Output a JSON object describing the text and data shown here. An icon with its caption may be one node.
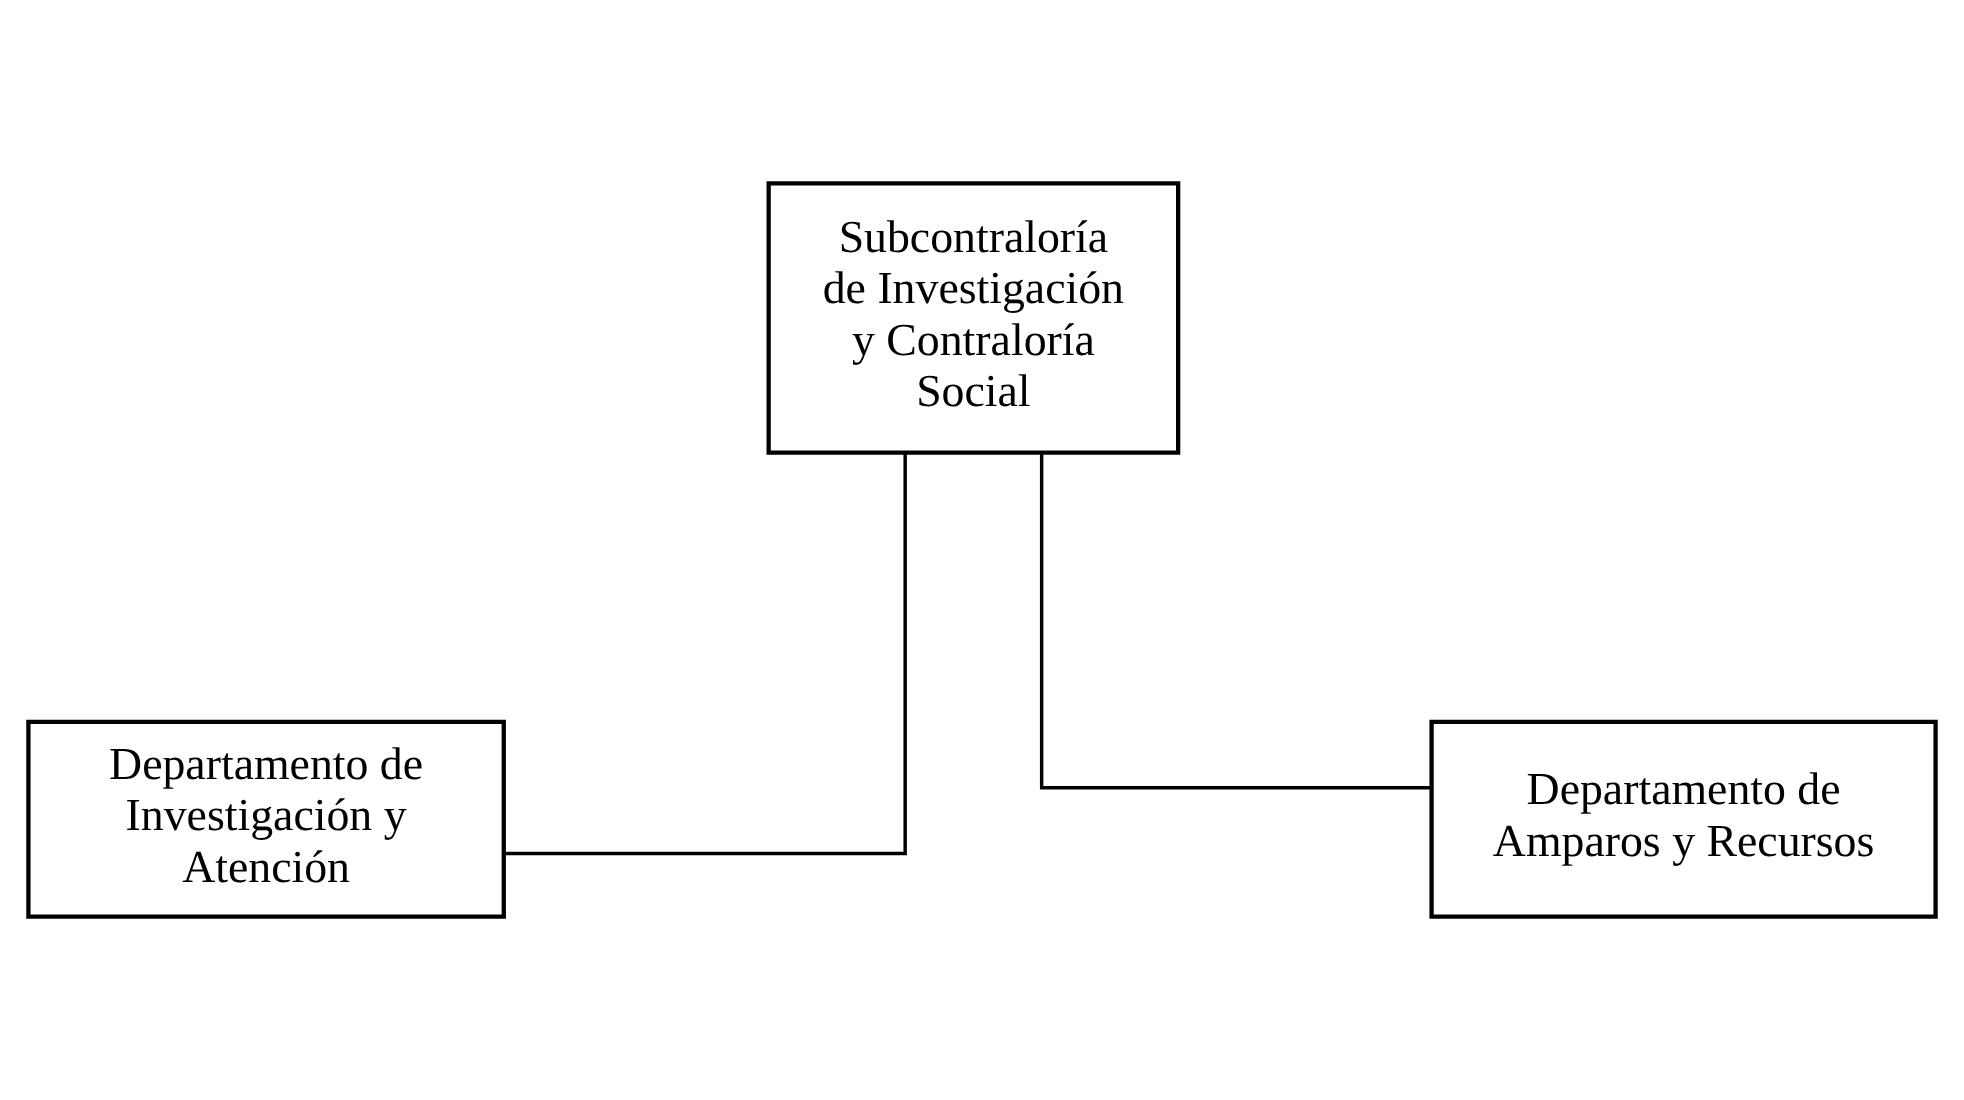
{
  "diagram": {
    "nodes": [
      {
        "text": [
          "Subcontraloría de Investigación y Contraloría Social"
        ]
      },
      {
        "text": [
          "Departamento de Investigación y Atención"
        ]
      },
      {
        "text": [
          "Departamento de Amparos y Recursos"
        ]
      }
    ],
    "edges": [
      {
        "from": 0,
        "to": 1,
        "arrow": "none"
      },
      {
        "from": 0,
        "to": 2,
        "arrow": "none"
      }
    ]
  }
}
